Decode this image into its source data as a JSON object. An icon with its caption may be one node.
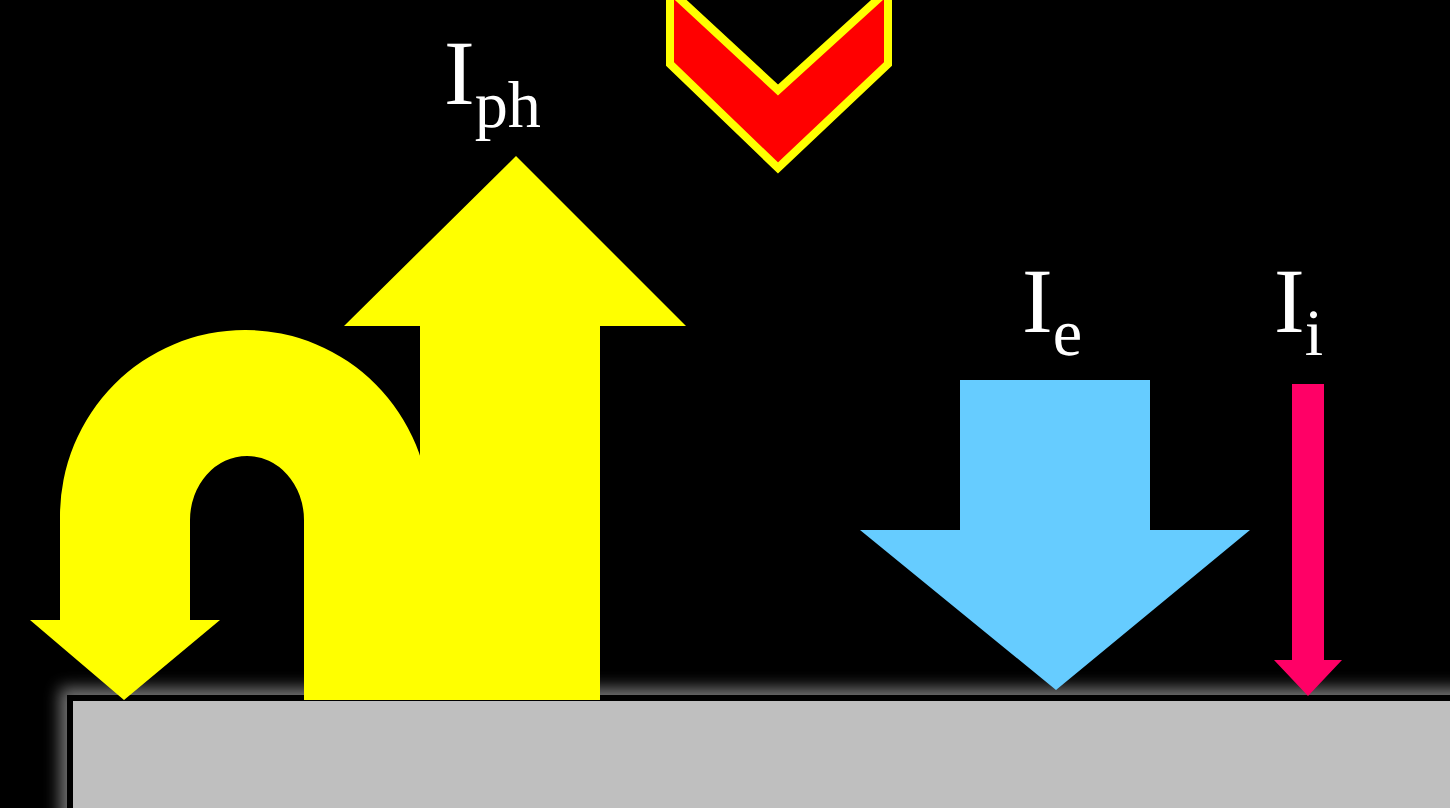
{
  "diagram": {
    "labels": [
      "I$_{ph}$",
      "I$_{e}$",
      "I$_{i}$"
    ]
  }
}
